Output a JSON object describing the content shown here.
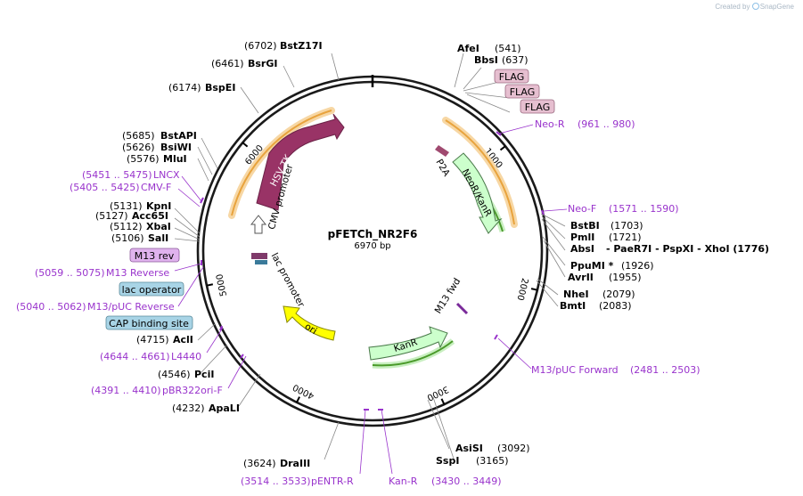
{
  "plasmid": {
    "name": "pFETCh_NR2F6",
    "length": "6970 bp",
    "total_bp": 6970
  },
  "watermark": {
    "created_by": "Created by",
    "brand": "SnapGene"
  },
  "colors": {
    "backbone": "#1a1a1a",
    "primer": "#9933cc",
    "hsv_tk": "#993366",
    "neor_kanr": "#ccffcc",
    "kanr": "#ccffcc",
    "ori": "#ffff00",
    "promoter": "#ffffff",
    "flag_box": "#e6bfd0",
    "misc_box": "#a8d4e6",
    "m13rev_box": "#e0b3ee",
    "orf_arrow": "#e8a33d",
    "orf_arrow_green": "#4a9a2a"
  },
  "ticks": [
    "1000",
    "2000",
    "3000",
    "4000",
    "5000",
    "6000"
  ],
  "sites": [
    {
      "name": "BstZ17I",
      "pos": "(6702)"
    },
    {
      "name": "BsrGI",
      "pos": "(6461)"
    },
    {
      "name": "BspEI",
      "pos": "(6174)"
    },
    {
      "name": "BstAPI",
      "pos": "(5685)"
    },
    {
      "name": "BsiWI",
      "pos": "(5626)"
    },
    {
      "name": "MluI",
      "pos": "(5576)"
    },
    {
      "name": "KpnI",
      "pos": "(5131)"
    },
    {
      "name": "Acc65I",
      "pos": "(5127)"
    },
    {
      "name": "XbaI",
      "pos": "(5112)"
    },
    {
      "name": "SalI",
      "pos": "(5106)"
    },
    {
      "name": "AclI",
      "pos": "(4715)"
    },
    {
      "name": "PciI",
      "pos": "(4546)"
    },
    {
      "name": "ApaLI",
      "pos": "(4232)"
    },
    {
      "name": "DraIII",
      "pos": "(3624)"
    },
    {
      "name": "AfeI",
      "pos": "(541)"
    },
    {
      "name": "BbsI",
      "pos": "(637)"
    },
    {
      "name": "BstBI",
      "pos": "(1703)"
    },
    {
      "name": "PmlI",
      "pos": "(1721)"
    },
    {
      "name": "AbsI",
      "pos": "- PaeR7I - PspXI - XhoI (1776)"
    },
    {
      "name": "PpuMI *",
      "pos": "(1926)"
    },
    {
      "name": "AvrII",
      "pos": "(1955)"
    },
    {
      "name": "NheI",
      "pos": "(2079)"
    },
    {
      "name": "BmtI",
      "pos": "(2083)"
    },
    {
      "name": "AsiSI",
      "pos": "(3092)"
    },
    {
      "name": "SspI",
      "pos": "(3165)"
    }
  ],
  "primers": [
    {
      "name": "Neo-R",
      "range": "(961 .. 980)"
    },
    {
      "name": "Neo-F",
      "range": "(1571 .. 1590)"
    },
    {
      "name": "LNCX",
      "range": "(5451 .. 5475)"
    },
    {
      "name": "CMV-F",
      "range": "(5405 .. 5425)"
    },
    {
      "name": "M13 Reverse",
      "range": "(5059 .. 5075)"
    },
    {
      "name": "M13/pUC Reverse",
      "range": "(5040 .. 5062)"
    },
    {
      "name": "L4440",
      "range": "(4644 .. 4661)"
    },
    {
      "name": "pBR322ori-F",
      "range": "(4391 .. 4410)"
    },
    {
      "name": "M13/pUC Forward",
      "range": "(2481 .. 2503)"
    },
    {
      "name": "pENTR-R",
      "range": "(3514 .. 3533)"
    },
    {
      "name": "Kan-R",
      "range": "(3430 .. 3449)"
    }
  ],
  "boxes": [
    "FLAG",
    "FLAG",
    "FLAG",
    "M13 rev",
    "lac operator",
    "CAP binding site"
  ],
  "features": {
    "hsv_tk": "HSV TK",
    "cmv_promoter": "CMV promoter",
    "lac_promoter": "lac promoter",
    "ori": "ori",
    "kanr": "KanR",
    "neor_kanr": "NeoR/KanR",
    "p2a": "P2A",
    "m13_fwd": "M13 fwd"
  }
}
